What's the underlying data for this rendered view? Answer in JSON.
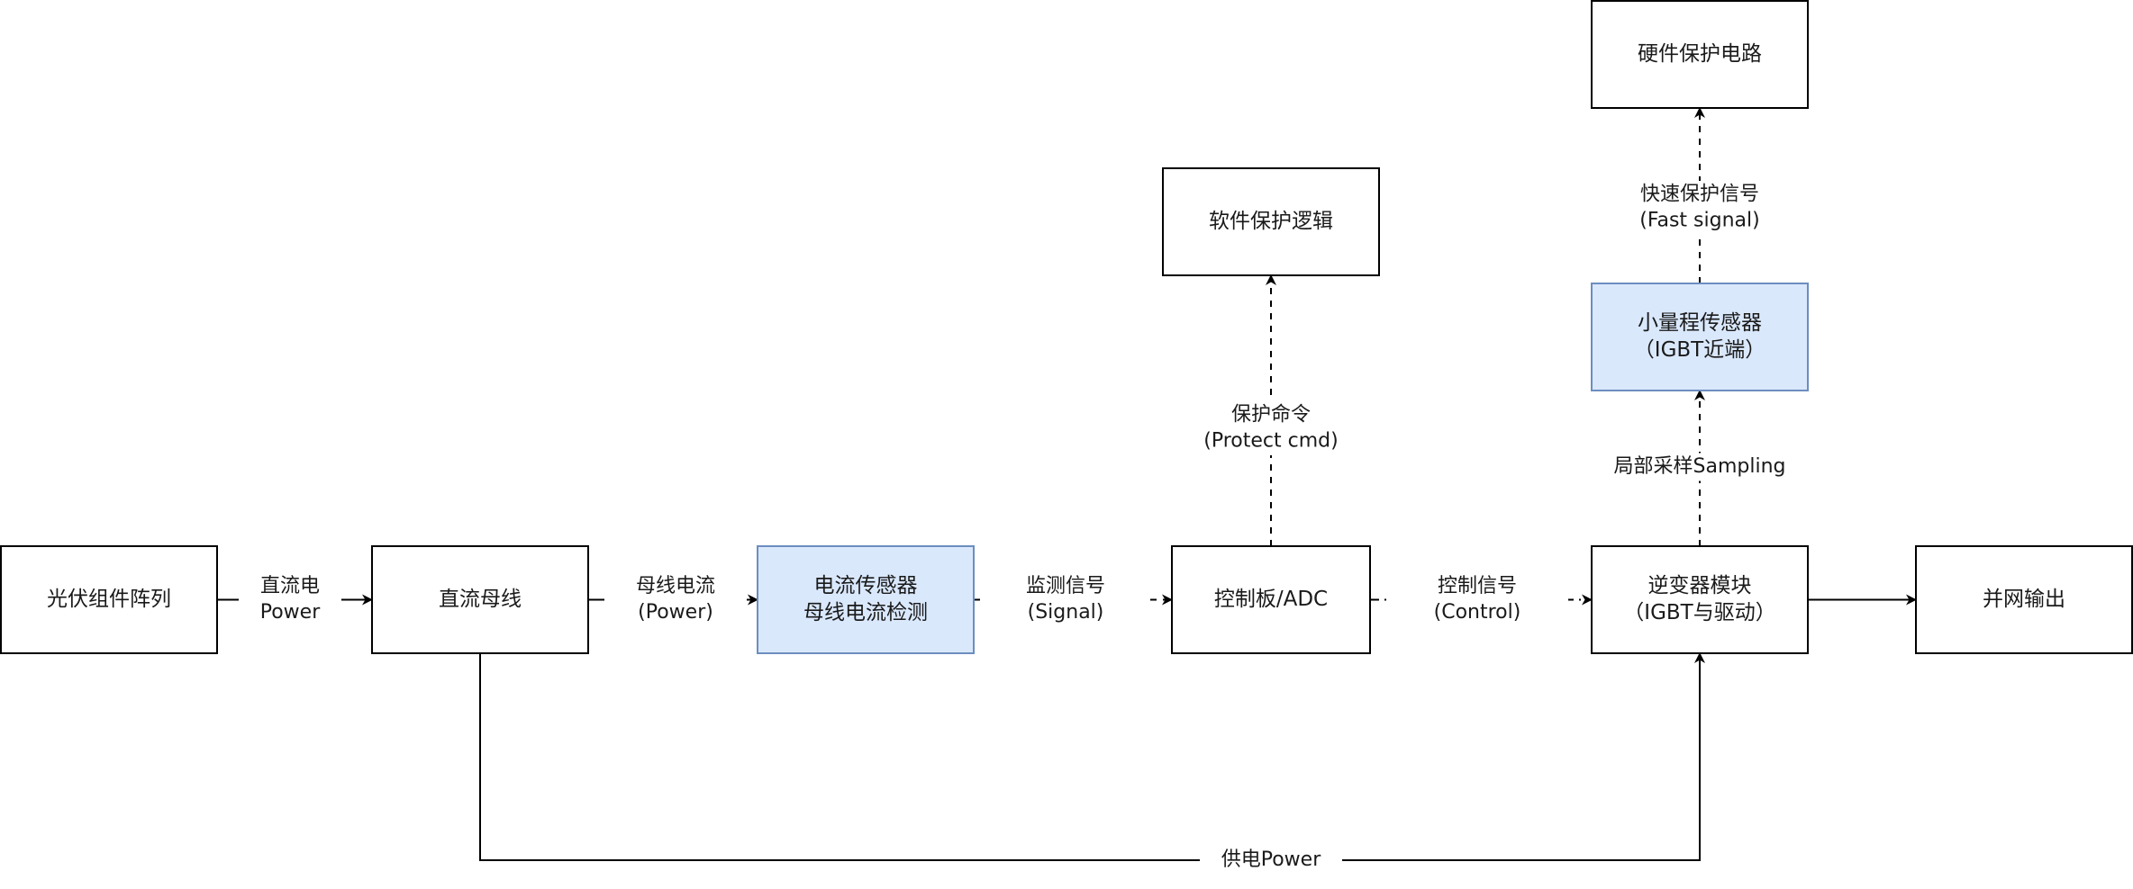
{
  "colors": {
    "node_fill": "#ffffff",
    "node_stroke": "#000000",
    "highlight_fill": "#dae8fc",
    "highlight_stroke": "#6c8ebf",
    "line": "#000000"
  },
  "nodes": {
    "pv_array": {
      "lines": [
        "光伏组件阵列"
      ],
      "highlight": false
    },
    "dc_bus": {
      "lines": [
        "直流母线"
      ],
      "highlight": false
    },
    "current_sensor": {
      "lines": [
        "电流传感器",
        "母线电流检测"
      ],
      "highlight": true
    },
    "control_board": {
      "lines": [
        "控制板/ADC"
      ],
      "highlight": false
    },
    "inverter": {
      "lines": [
        "逆变器模块",
        "（IGBT与驱动）"
      ],
      "highlight": false
    },
    "grid_output": {
      "lines": [
        "并网输出"
      ],
      "highlight": false
    },
    "software_protection": {
      "lines": [
        "软件保护逻辑"
      ],
      "highlight": false
    },
    "small_range_sensor": {
      "lines": [
        "小量程传感器",
        "（IGBT近端）"
      ],
      "highlight": true
    },
    "hardware_protection": {
      "lines": [
        "硬件保护电路"
      ],
      "highlight": false
    }
  },
  "edges": {
    "pv_to_bus": {
      "lines": [
        "直流电",
        "Power"
      ],
      "style": "solid"
    },
    "bus_to_sensor": {
      "lines": [
        "母线电流",
        "(Power)"
      ],
      "style": "solid"
    },
    "sensor_to_control": {
      "lines": [
        "监测信号",
        "(Signal)"
      ],
      "style": "dashed"
    },
    "control_to_inverter": {
      "lines": [
        "控制信号",
        "(Control)"
      ],
      "style": "dashdot"
    },
    "inverter_to_grid": {
      "lines": [],
      "style": "solid"
    },
    "control_to_software": {
      "lines": [
        "保护命令",
        "(Protect cmd)"
      ],
      "style": "dashed"
    },
    "inverter_to_small_sensor": {
      "lines": [
        "局部采样Sampling"
      ],
      "style": "dashed"
    },
    "small_sensor_to_hardware": {
      "lines": [
        "快速保护信号",
        "(Fast signal)"
      ],
      "style": "dashed"
    },
    "bus_to_inverter_supply": {
      "lines": [
        "供电Power"
      ],
      "style": "solid"
    }
  }
}
